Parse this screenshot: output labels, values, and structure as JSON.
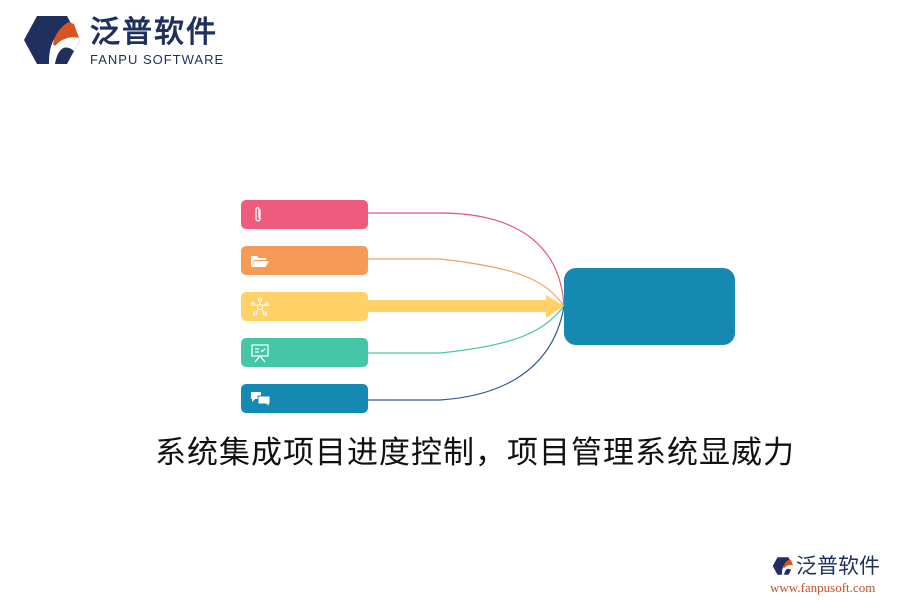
{
  "brand": {
    "name_cn": "泛普软件",
    "name_en": "FANPU SOFTWARE",
    "colors": {
      "navy": "#1f2f5e",
      "orange": "#d9531e"
    }
  },
  "diagram": {
    "nodes": [
      {
        "id": "node-1",
        "icon": "paperclip-icon",
        "color": "#ef5b7c",
        "label": ""
      },
      {
        "id": "node-2",
        "icon": "folder-open-icon",
        "color": "#f59a57",
        "label": ""
      },
      {
        "id": "node-3",
        "icon": "network-hub-icon",
        "color": "#ffd167",
        "label": ""
      },
      {
        "id": "node-4",
        "icon": "presentation-board-icon",
        "color": "#45c6a7",
        "label": ""
      },
      {
        "id": "node-5",
        "icon": "chat-bubbles-icon",
        "color": "#1589b1",
        "label": ""
      }
    ],
    "target": {
      "color": "#1589b1",
      "label": ""
    },
    "connector_colors": [
      "#e15a7b",
      "#f0a060",
      "#ffd167",
      "#45c6a7",
      "#2e5a94"
    ]
  },
  "headline": "系统集成项目进度控制，项目管理系统显威力",
  "footer": {
    "name_cn": "泛普软件",
    "url": "www.fanpusoft.com"
  }
}
